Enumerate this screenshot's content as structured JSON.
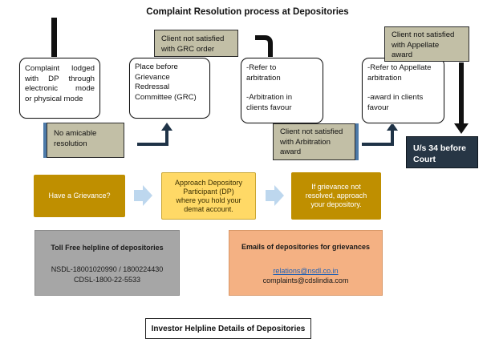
{
  "title": "Complaint Resolution process at Depositories",
  "process_steps": [
    {
      "id": "lodged",
      "lines": [
        "Complaint lodged",
        "with DP through",
        "electronic mode",
        "or physical mode"
      ]
    },
    {
      "id": "grc",
      "lines": [
        "Place before",
        "Grievance",
        "Redressal",
        "Committee (GRC)"
      ]
    },
    {
      "id": "arbitration",
      "lines": [
        "-Refer to",
        "arbitration",
        "",
        "-Arbitration in",
        "clients favour"
      ]
    },
    {
      "id": "appellate",
      "lines": [
        "-Refer to Appellate",
        "arbitration",
        "",
        "-award in clients",
        "favour"
      ]
    }
  ],
  "notes": {
    "no_amicable": [
      "No amicable",
      "resolution"
    ],
    "not_satisfied_grc": [
      "Client not satisfied",
      "with GRC order"
    ],
    "not_satisfied_arbitration": [
      "Client not satisfied",
      "with Arbitration",
      "award"
    ],
    "not_satisfied_appellate": [
      "Client not satisfied",
      "with Appellate",
      "award"
    ]
  },
  "court": [
    "U/s 34 before",
    "Court"
  ],
  "flow": [
    {
      "id": "have-grievance",
      "lines": [
        "Have a Grievance?"
      ]
    },
    {
      "id": "approach-dp",
      "lines": [
        "Approach Depository",
        "Participant (DP)",
        "where you hold your",
        "demat account."
      ]
    },
    {
      "id": "approach-depository",
      "lines": [
        "If grievance not",
        "resolved, approach",
        "your depository."
      ]
    }
  ],
  "helpline": {
    "heading": "Toll Free helpline of depositories",
    "nsdl": "NSDL-18001020990 / 1800224430",
    "cdsl": "CDSL-1800-22-5533"
  },
  "emails": {
    "heading": "Emails of depositories  for grievances",
    "nsdl": "relations@nsdl.co.in",
    "cdsl": "complaints@cdslindia.com"
  },
  "footer": "Investor Helpline Details of Depositories",
  "colors": {
    "note_fill": "#c2bfa6",
    "court_fill": "#273645",
    "gold": "#bf8f00",
    "yellow": "#ffd966",
    "chevron": "#bdd7ee",
    "grey_panel": "#a6a6a6",
    "orange_panel": "#f4b183",
    "accent_blue": "#4d7aa8"
  }
}
